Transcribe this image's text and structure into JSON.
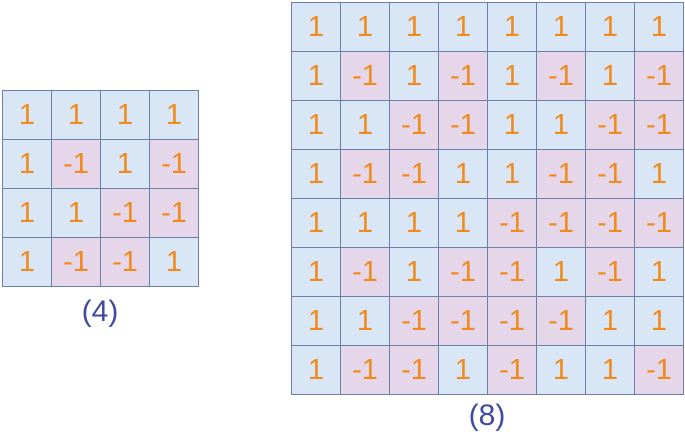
{
  "colors": {
    "positive_cell_fill": "#d9e6f6",
    "negative_cell_fill": "#e6d6ea",
    "cell_text": "#f08a1c",
    "grid_line": "#6b7fa8",
    "caption_text": "#3f4ba0"
  },
  "matrices": [
    {
      "caption": "(4)",
      "rows": [
        [
          "1",
          "1",
          "1",
          "1"
        ],
        [
          "1",
          "-1",
          "1",
          "-1"
        ],
        [
          "1",
          "1",
          "-1",
          "-1"
        ],
        [
          "1",
          "-1",
          "-1",
          "1"
        ]
      ]
    },
    {
      "caption": "(8)",
      "rows": [
        [
          "1",
          "1",
          "1",
          "1",
          "1",
          "1",
          "1",
          "1"
        ],
        [
          "1",
          "-1",
          "1",
          "-1",
          "1",
          "-1",
          "1",
          "-1"
        ],
        [
          "1",
          "1",
          "-1",
          "-1",
          "1",
          "1",
          "-1",
          "-1"
        ],
        [
          "1",
          "-1",
          "-1",
          "1",
          "1",
          "-1",
          "-1",
          "1"
        ],
        [
          "1",
          "1",
          "1",
          "1",
          "-1",
          "-1",
          "-1",
          "-1"
        ],
        [
          "1",
          "-1",
          "1",
          "-1",
          "-1",
          "1",
          "-1",
          "1"
        ],
        [
          "1",
          "1",
          "-1",
          "-1",
          "-1",
          "-1",
          "1",
          "1"
        ],
        [
          "1",
          "-1",
          "-1",
          "1",
          "-1",
          "1",
          "1",
          "-1"
        ]
      ]
    }
  ]
}
